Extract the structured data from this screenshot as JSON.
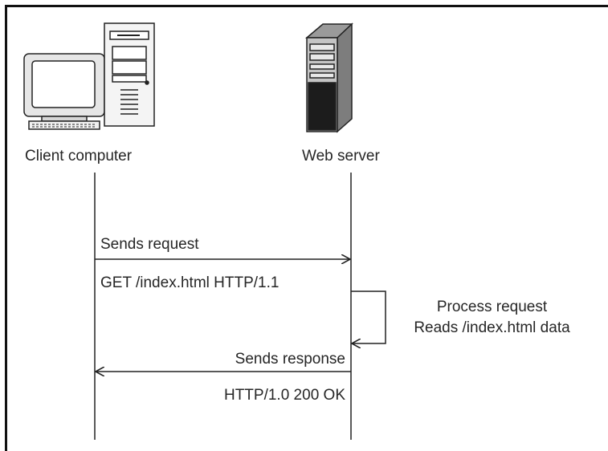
{
  "participants": {
    "client": {
      "label": "Client computer"
    },
    "server": {
      "label": "Web server"
    }
  },
  "messages": {
    "request": {
      "label": "Sends request",
      "detail": "GET /index.html HTTP/1.1"
    },
    "process": {
      "line1": "Process request",
      "line2": "Reads /index.html data"
    },
    "response": {
      "label": "Sends response",
      "detail": "HTTP/1.0 200 OK"
    }
  },
  "icons": {
    "client": "desktop-computer-icon",
    "server": "tower-server-icon"
  }
}
